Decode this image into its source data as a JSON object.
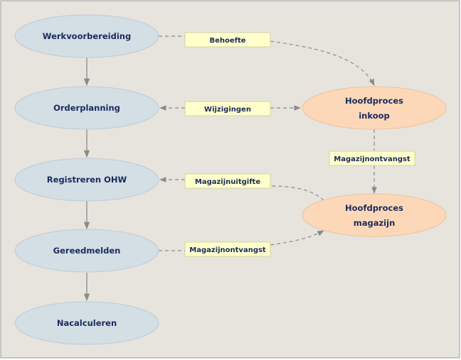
{
  "colors": {
    "background": "#e6e4dd",
    "border": "#9a9a9a",
    "process_fill": "#d3dee5",
    "main_process_fill": "#fcd8b8",
    "label_fill": "#ffffcc",
    "label_border": "#d7d5a0",
    "arrow": "#8a8a8a",
    "text": "#1b2a5c"
  },
  "nodes": {
    "werkvoorbereiding": {
      "label": "Werkvoorbereiding"
    },
    "orderplanning": {
      "label": "Orderplanning"
    },
    "registreren_ohw": {
      "label": "Registreren OHW"
    },
    "gereedmelden": {
      "label": "Gereedmelden"
    },
    "nacalculeren": {
      "label": "Nacalculeren"
    },
    "hoofdproces_inkoop": {
      "line1": "Hoofdproces",
      "line2": "inkoop"
    },
    "hoofdproces_magazijn": {
      "line1": "Hoofdproces",
      "line2": "magazijn"
    }
  },
  "edge_labels": {
    "behoefte": "Behoefte",
    "wijzigingen": "Wijzigingen",
    "magazijnontvangst_right": "Magazijnontvangst",
    "magazijnuitgifte": "Magazijnuitgifte",
    "magazijnontvangst_left": "Magazijnontvangst"
  }
}
